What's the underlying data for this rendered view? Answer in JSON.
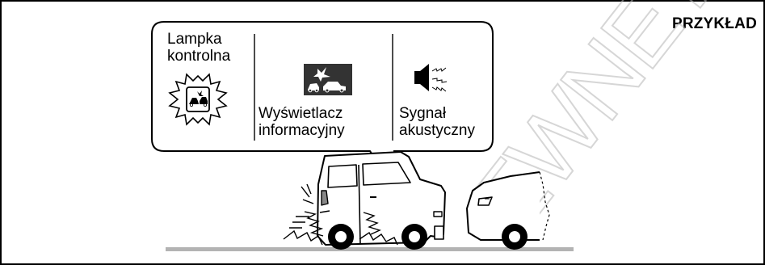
{
  "badge": "PRZYKŁAD",
  "callout": {
    "warning_lamp_label": "Lampka\nkontrolna",
    "info_display_label": "Wyświetlacz\ninformacyjny",
    "buzzer_label": "Sygnał\nakustyczny"
  },
  "watermark": "EWNETR",
  "colors": {
    "ink": "#000000",
    "road": "#b3b3b3",
    "watermark": "#cccccc",
    "display_bg": "#333333"
  }
}
